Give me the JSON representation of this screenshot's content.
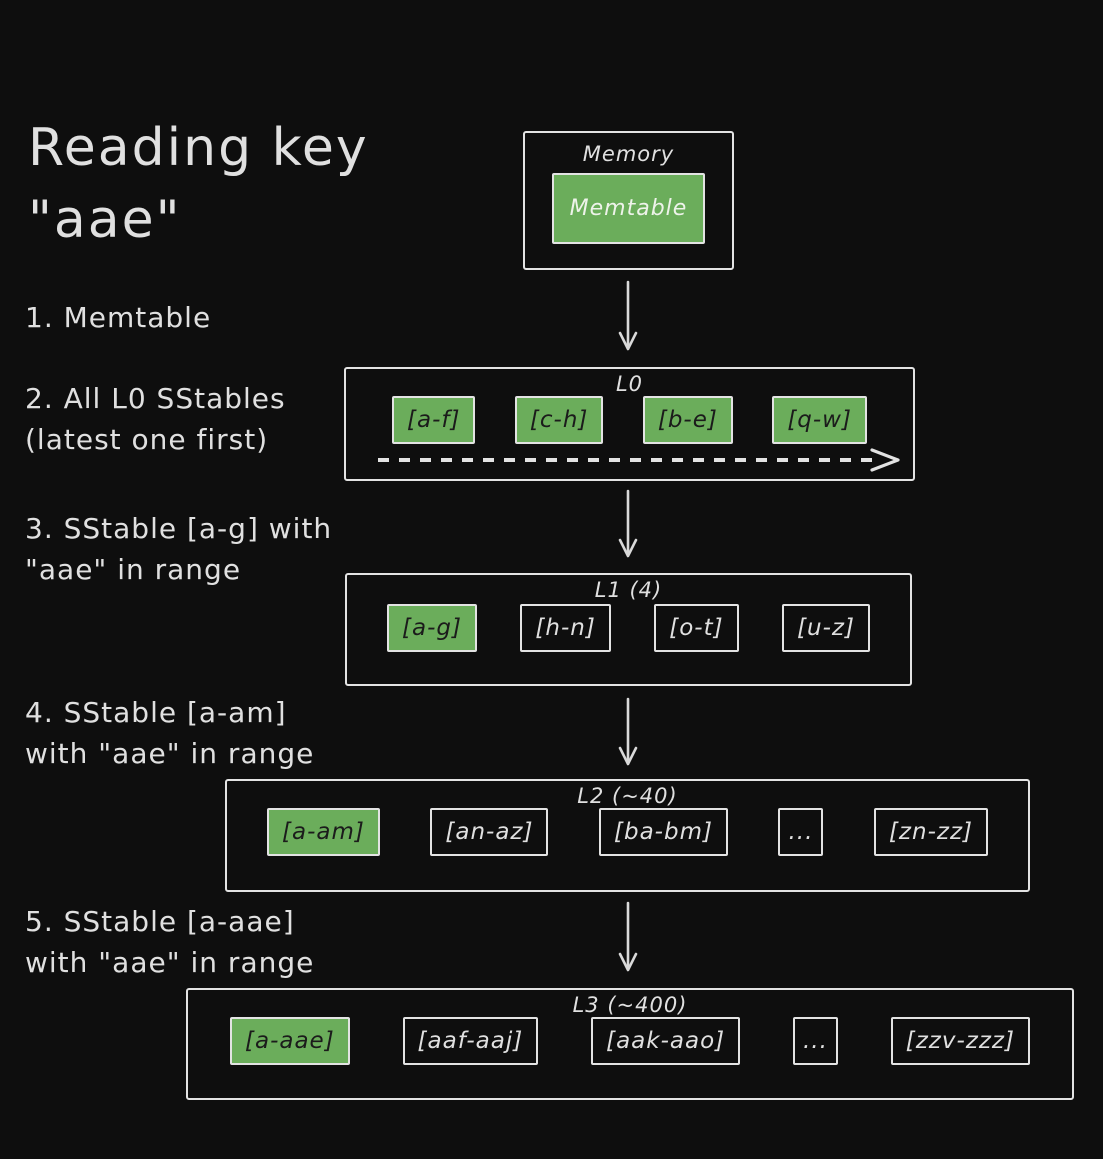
{
  "title": "Reading key\n\"aae\"",
  "steps": [
    {
      "text": "1. Memtable"
    },
    {
      "text": "2. All L0 SStables\n(latest one first)"
    },
    {
      "text": "3. SStable [a-g] with\n\"aae\" in range"
    },
    {
      "text": "4. SStable [a-am]\nwith \"aae\" in range"
    },
    {
      "text": "5. SStable [a-aae]\nwith \"aae\" in range"
    }
  ],
  "memory": {
    "label": "Memory",
    "memtable_label": "Memtable"
  },
  "levels": [
    {
      "label": "L0",
      "tables": [
        {
          "text": "[a-f]",
          "highlight": true
        },
        {
          "text": "[c-h]",
          "highlight": true
        },
        {
          "text": "[b-e]",
          "highlight": true
        },
        {
          "text": "[q-w]",
          "highlight": true
        }
      ]
    },
    {
      "label": "L1 (4)",
      "tables": [
        {
          "text": "[a-g]",
          "highlight": true
        },
        {
          "text": "[h-n]",
          "highlight": false
        },
        {
          "text": "[o-t]",
          "highlight": false
        },
        {
          "text": "[u-z]",
          "highlight": false
        }
      ]
    },
    {
      "label": "L2 (~40)",
      "tables": [
        {
          "text": "[a-am]",
          "highlight": true
        },
        {
          "text": "[an-az]",
          "highlight": false
        },
        {
          "text": "[ba-bm]",
          "highlight": false
        },
        {
          "text": "...",
          "highlight": false
        },
        {
          "text": "[zn-zz]",
          "highlight": false
        }
      ]
    },
    {
      "label": "L3 (~400)",
      "tables": [
        {
          "text": "[a-aae]",
          "highlight": true
        },
        {
          "text": "[aaf-aaj]",
          "highlight": false
        },
        {
          "text": "[aak-aao]",
          "highlight": false
        },
        {
          "text": "...",
          "highlight": false
        },
        {
          "text": "[zzv-zzz]",
          "highlight": false
        }
      ]
    }
  ],
  "colors": {
    "background": "#0e0e0e",
    "stroke": "#e3e3e3",
    "text": "#e0e0e0",
    "highlight_green": "#6bad5b",
    "dark_text": "#1b1b1b"
  }
}
